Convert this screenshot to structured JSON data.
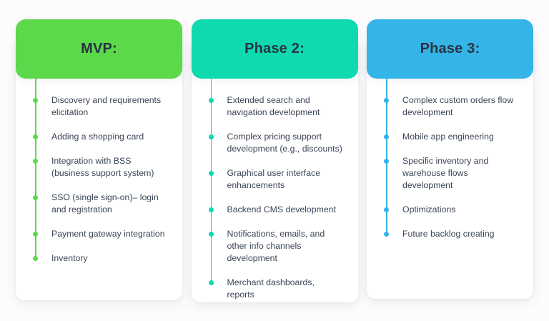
{
  "board": {
    "background_color": "#fcfcfd",
    "text_color": "#3a4556",
    "heading_color": "#27333f"
  },
  "columns": [
    {
      "title": "MVP:",
      "accent_color": "#5cd94b",
      "items": [
        "Discovery and requirements elicitation",
        "Adding a shopping card",
        "Integration with BSS (business support system)",
        "SSO (single sign-on)– login and registration",
        "Payment gateway integration",
        "Inventory"
      ]
    },
    {
      "title": "Phase 2:",
      "accent_color": "#0fd9af",
      "items": [
        "Extended search and navigation development",
        "Complex pricing support development (e.g., discounts)",
        "Graphical user interface enhancements",
        "Backend CMS development",
        "Notifications, emails, and other info channels development",
        "Merchant dashboards, reports"
      ]
    },
    {
      "title": "Phase 3:",
      "accent_color": "#35b4e8",
      "items": [
        "Complex custom orders flow development",
        "Mobile app engineering",
        "Specific inventory and warehouse flows development",
        "Optimizations",
        "Future backlog creating"
      ]
    }
  ]
}
